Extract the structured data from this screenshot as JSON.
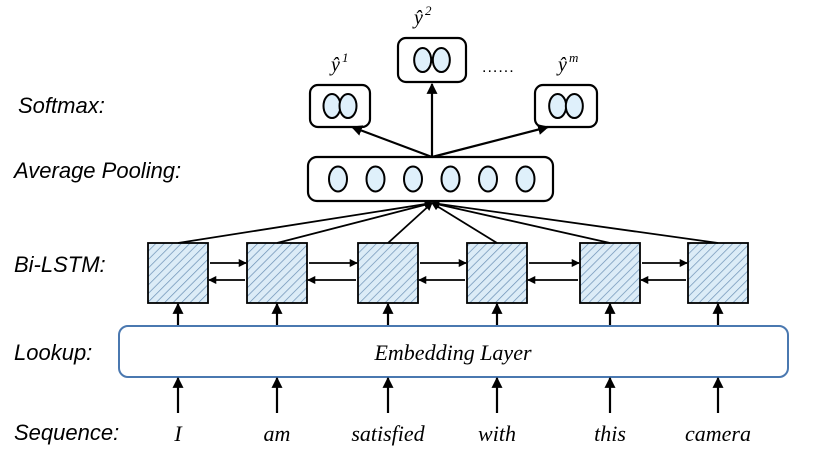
{
  "row_labels": {
    "softmax": "Softmax:",
    "pooling": "Average Pooling:",
    "bilstm": "Bi-LSTM:",
    "lookup": "Lookup:",
    "sequence": "Sequence:"
  },
  "embedding_layer_label": "Embedding Layer",
  "sequence_words": [
    "I",
    "am",
    "satisfied",
    "with",
    "this",
    "camera"
  ],
  "outputs": [
    {
      "symbol": "ŷ",
      "sup": "1"
    },
    {
      "symbol": "ŷ",
      "sup": "2"
    },
    {
      "symbol": "ŷ",
      "sup": "m"
    }
  ],
  "ellipsis": "......",
  "pooling_neuron_count": 6,
  "softmax_neurons_per_output": 2,
  "colors": {
    "neuron_fill": "#dff0fb",
    "embedding_border": "#4a78b0",
    "lstm_hatch_fill": "#dcecf7",
    "lstm_hatch_line": "#6a8fb4"
  }
}
